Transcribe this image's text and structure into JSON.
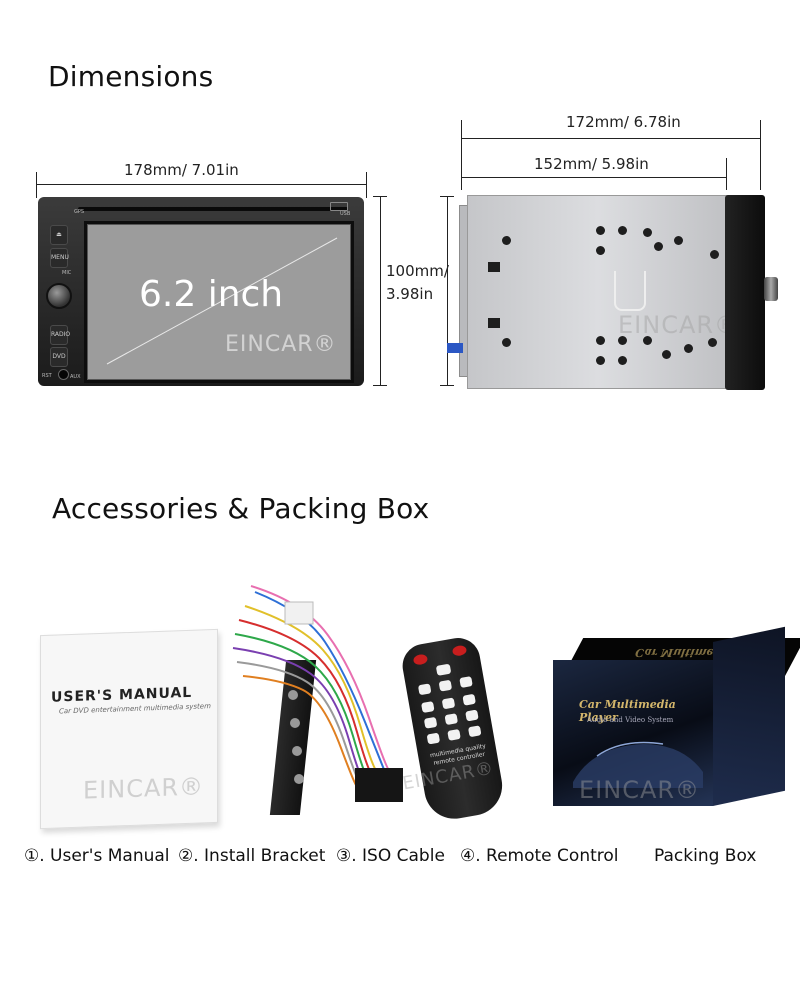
{
  "sections": {
    "dimensions_title": "Dimensions",
    "accessories_title": "Accessories & Packing Box"
  },
  "front_view": {
    "width_label": "178mm/ 7.01in",
    "height_label_line1": "100mm/",
    "height_label_line2": "3.98in",
    "screen_label": "6.2 inch",
    "watermark": "EINCAR®",
    "buttons": [
      "MENU",
      "RADIO",
      "DVD"
    ],
    "small_labels": {
      "gps": "GPS",
      "usb": "USB",
      "mic": "MIC",
      "rst": "RST",
      "aux": "AUX"
    }
  },
  "side_view": {
    "total_depth_label": "172mm/ 6.78in",
    "chassis_depth_label": "152mm/ 5.98in",
    "watermark": "EINCAR®"
  },
  "accessories": {
    "manual": {
      "title": "USER'S MANUAL",
      "subtitle": "Car DVD entertainment multimedia system"
    },
    "remote_label": "multimedia quality remote controller",
    "box": {
      "title": "Car Multimedia Player",
      "subtitle": "Audio and Video System",
      "mirror_title": "Car Multimedia Player"
    },
    "watermark": "EINCAR®",
    "captions": [
      "①. User's Manual",
      "②. Install Bracket",
      "③. ISO Cable",
      "④. Remote Control",
      "Packing Box"
    ]
  },
  "colors": {
    "text": "#111111",
    "chassis": "#cfd0d3",
    "box_accent": "#d3b66b"
  }
}
